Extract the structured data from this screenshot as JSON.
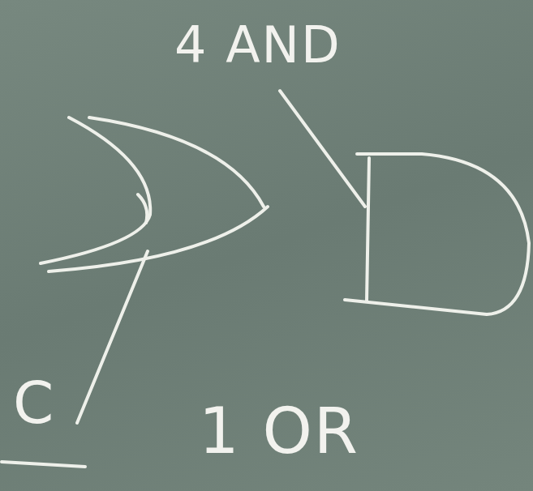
{
  "diagram": {
    "labels": [
      "4 AND",
      "C",
      "1 OR"
    ]
  }
}
